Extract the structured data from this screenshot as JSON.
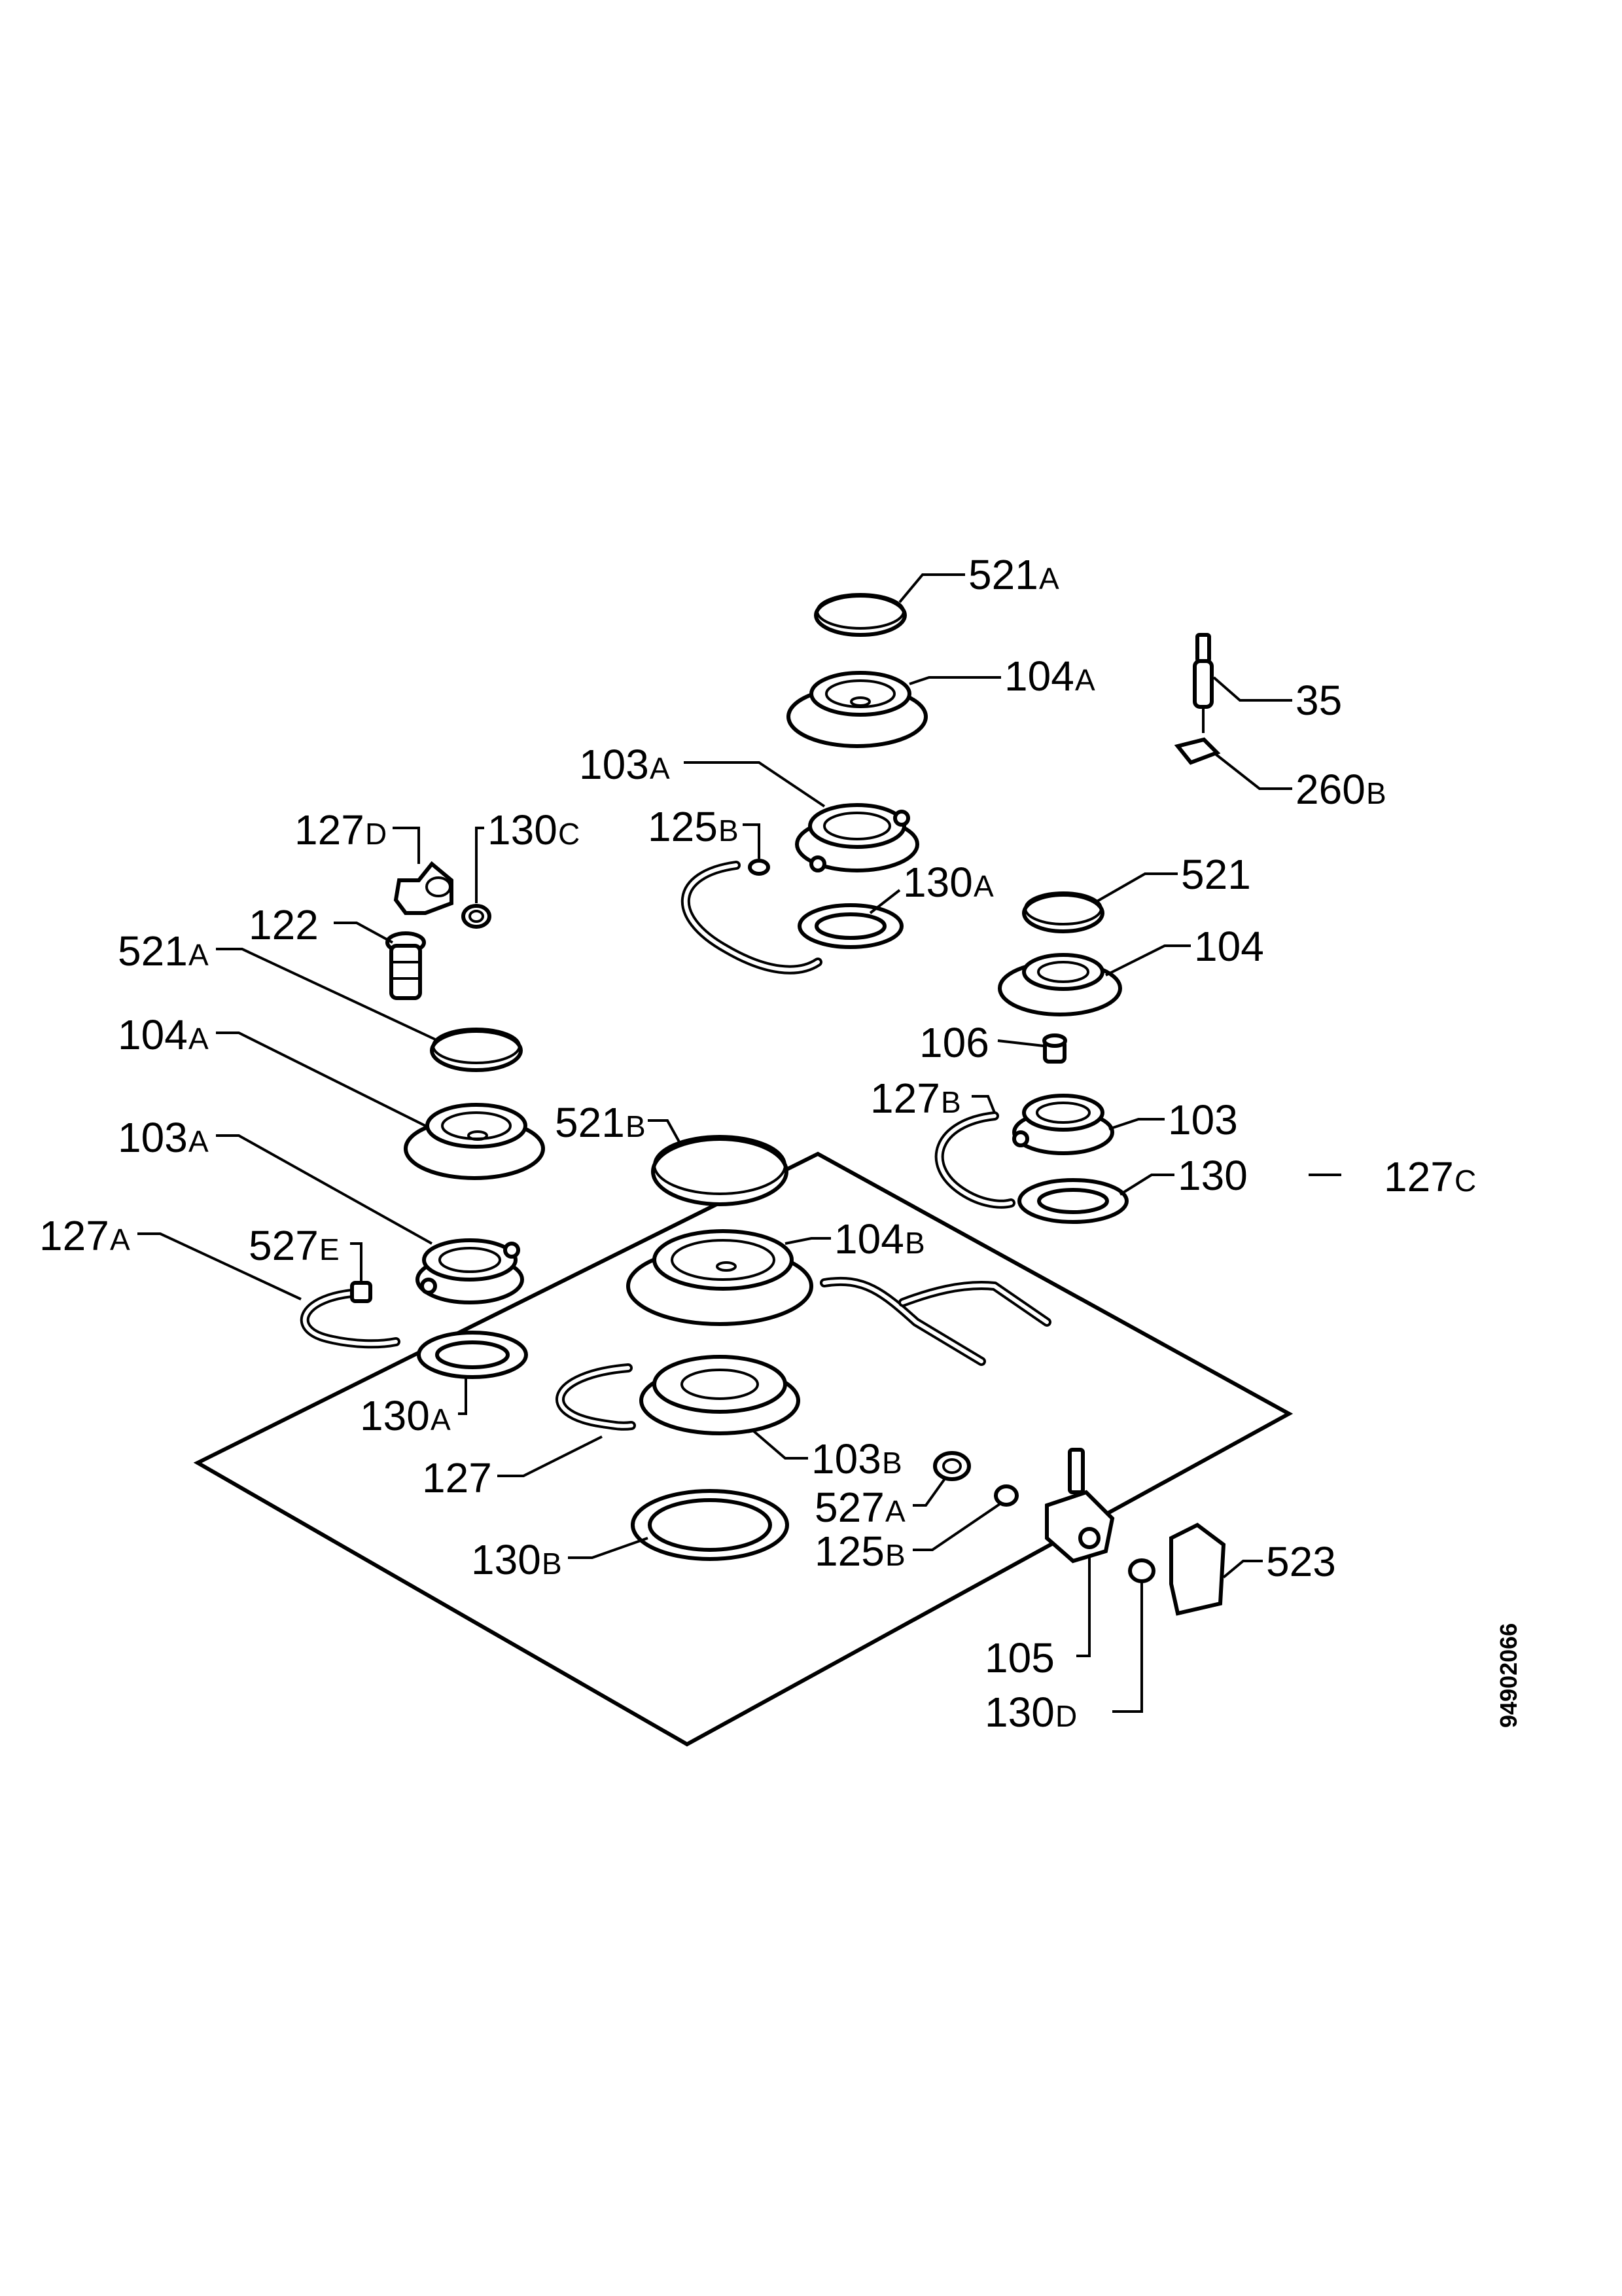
{
  "drawing_code": "94902066",
  "callouts": [
    {
      "id": "c-521a-top",
      "num": "521",
      "suffix": "A"
    },
    {
      "id": "c-104a-top",
      "num": "104",
      "suffix": "A"
    },
    {
      "id": "c-35",
      "num": "35",
      "suffix": ""
    },
    {
      "id": "c-260b",
      "num": "260",
      "suffix": "B"
    },
    {
      "id": "c-103a-top",
      "num": "103",
      "suffix": "A"
    },
    {
      "id": "c-127d",
      "num": "127",
      "suffix": "D"
    },
    {
      "id": "c-130c",
      "num": "130",
      "suffix": "C"
    },
    {
      "id": "c-125b-top",
      "num": "125",
      "suffix": "B"
    },
    {
      "id": "c-130a-top",
      "num": "130",
      "suffix": "A"
    },
    {
      "id": "c-521",
      "num": "521",
      "suffix": ""
    },
    {
      "id": "c-122",
      "num": "122",
      "suffix": ""
    },
    {
      "id": "c-104",
      "num": "104",
      "suffix": ""
    },
    {
      "id": "c-521a-left",
      "num": "521",
      "suffix": "A"
    },
    {
      "id": "c-106",
      "num": "106",
      "suffix": ""
    },
    {
      "id": "c-104a-left",
      "num": "104",
      "suffix": "A"
    },
    {
      "id": "c-127b",
      "num": "127",
      "suffix": "B"
    },
    {
      "id": "c-103",
      "num": "103",
      "suffix": ""
    },
    {
      "id": "c-103a-left",
      "num": "103",
      "suffix": "A"
    },
    {
      "id": "c-521b",
      "num": "521",
      "suffix": "B"
    },
    {
      "id": "c-127c",
      "num": "127",
      "suffix": "C"
    },
    {
      "id": "c-130",
      "num": "130",
      "suffix": ""
    },
    {
      "id": "c-127a",
      "num": "127",
      "suffix": "A"
    },
    {
      "id": "c-527e",
      "num": "527",
      "suffix": "E"
    },
    {
      "id": "c-104b",
      "num": "104",
      "suffix": "B"
    },
    {
      "id": "c-130a-left",
      "num": "130",
      "suffix": "A"
    },
    {
      "id": "c-127",
      "num": "127",
      "suffix": ""
    },
    {
      "id": "c-103b",
      "num": "103",
      "suffix": "B"
    },
    {
      "id": "c-527a",
      "num": "527",
      "suffix": "A"
    },
    {
      "id": "c-125b-bottom",
      "num": "125",
      "suffix": "B"
    },
    {
      "id": "c-130b",
      "num": "130",
      "suffix": "B"
    },
    {
      "id": "c-523",
      "num": "523",
      "suffix": ""
    },
    {
      "id": "c-105",
      "num": "105",
      "suffix": ""
    },
    {
      "id": "c-130d",
      "num": "130",
      "suffix": "D"
    }
  ]
}
